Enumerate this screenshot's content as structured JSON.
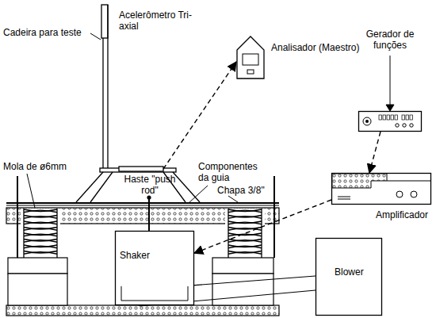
{
  "diagram": {
    "nodes": [
      {
        "text": [
          "Acelerômetro Tri-axial"
        ]
      },
      {
        "text": [
          "Analisador (Maestro)"
        ]
      },
      {
        "text": [
          "Gerador de funções"
        ]
      },
      {
        "text": [
          "Amplificador"
        ]
      },
      {
        "text": [
          "Shaker"
        ]
      },
      {
        "text": [
          "Blower"
        ]
      }
    ],
    "edges": [
      {
        "from": 0,
        "to": 1,
        "arrow": "to"
      },
      {
        "from": 2,
        "to": 3,
        "arrow": "to"
      },
      {
        "from": 3,
        "to": 4,
        "arrow": "to"
      }
    ],
    "labels": [
      "Cadeira para teste",
      "Mola de ø6mm",
      "Haste \"push rod\"",
      "Componentes da guia",
      "Chapa 3/8\""
    ]
  }
}
